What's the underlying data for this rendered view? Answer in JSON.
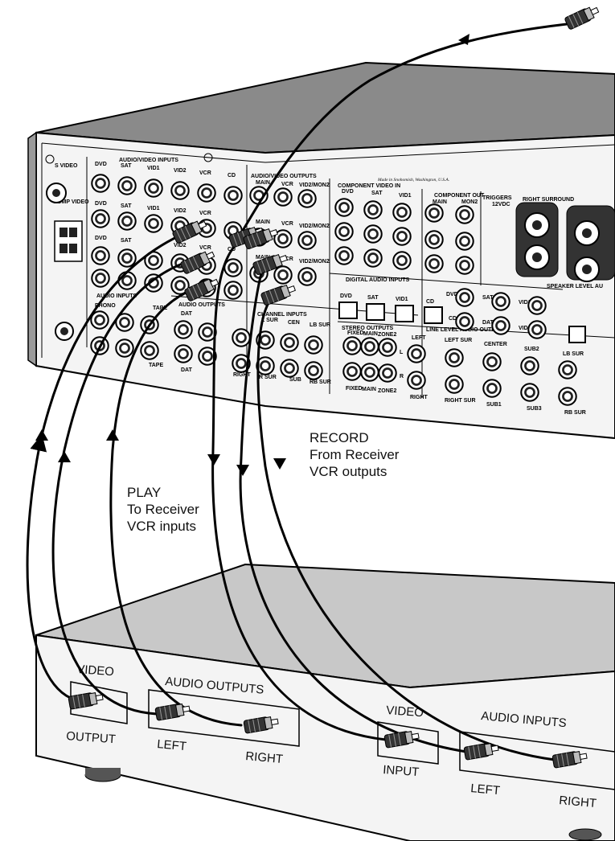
{
  "receiver": {
    "section_labels": {
      "av_inputs": "AUDIO/VIDEO INPUTS",
      "av_outputs": "AUDIO/VIDEO OUTPUTS",
      "component_video_in": "COMPONENT VIDEO IN",
      "component_out": "COMPONENT OUT",
      "triggers": "TRIGGERS",
      "right_surround": "RIGHT SURROUND",
      "digital_audio_inputs": "DIGITAL AUDIO INPUTS",
      "audio_inputs": "AUDIO INPUTS",
      "audio_outputs": "AUDIO OUTPUTS",
      "channel_inputs": "CHANNEL INPUTS",
      "stereo_outputs": "STEREO OUTPUTS",
      "line_level_audio_outputs": "LINE LEVEL AUDIO OUTPUTS",
      "speaker_level": "SPEAKER LEVEL AU",
      "made_in": "Made in Snohomish, Washington, U.S.A."
    },
    "jack_labels": {
      "svideo": "S VIDEO",
      "comp_video": "COMP VIDEO",
      "dvd": "DVD",
      "sat": "SAT",
      "vid1": "VID1",
      "vid2": "VID2",
      "vcr": "VCR",
      "cd": "CD",
      "main": "MAIN",
      "vid2mon2": "VID2/MON2",
      "mon2": "MON2",
      "main_out": "MAIN",
      "phono": "PHONO",
      "tape": "TAPE",
      "dat": "DAT",
      "l_sur": "L SUR",
      "lb_sur": "LB SUR",
      "cen": "CEN",
      "r_sur": "R SUR",
      "sub": "SUB",
      "rb_sur": "RB SUR",
      "right": "RIGHT",
      "left": "LEFT",
      "fixed": "FIXED",
      "main_zone": "MAIN",
      "zone2": "ZONE2",
      "left_sur": "LEFT SUR",
      "center": "CENTER",
      "sub2": "SUB2",
      "right_sur": "RIGHT SUR",
      "sub1": "SUB1",
      "sub3": "SUB3",
      "l": "L",
      "r": "R",
      "trig12": "12VDC"
    }
  },
  "vcr": {
    "video_output_title": "VIDEO",
    "video_output_sub": "OUTPUT",
    "audio_outputs_title": "AUDIO OUTPUTS",
    "audio_outputs_left": "LEFT",
    "audio_outputs_right": "RIGHT",
    "video_input_title": "VIDEO",
    "video_input_sub": "INPUT",
    "audio_inputs_title": "AUDIO INPUTS",
    "audio_inputs_left": "LEFT",
    "audio_inputs_right": "RIGHT"
  },
  "annotations": {
    "play": [
      "PLAY",
      "To Receiver",
      "VCR inputs"
    ],
    "record": [
      "RECORD",
      "From Receiver",
      "VCR outputs"
    ]
  }
}
